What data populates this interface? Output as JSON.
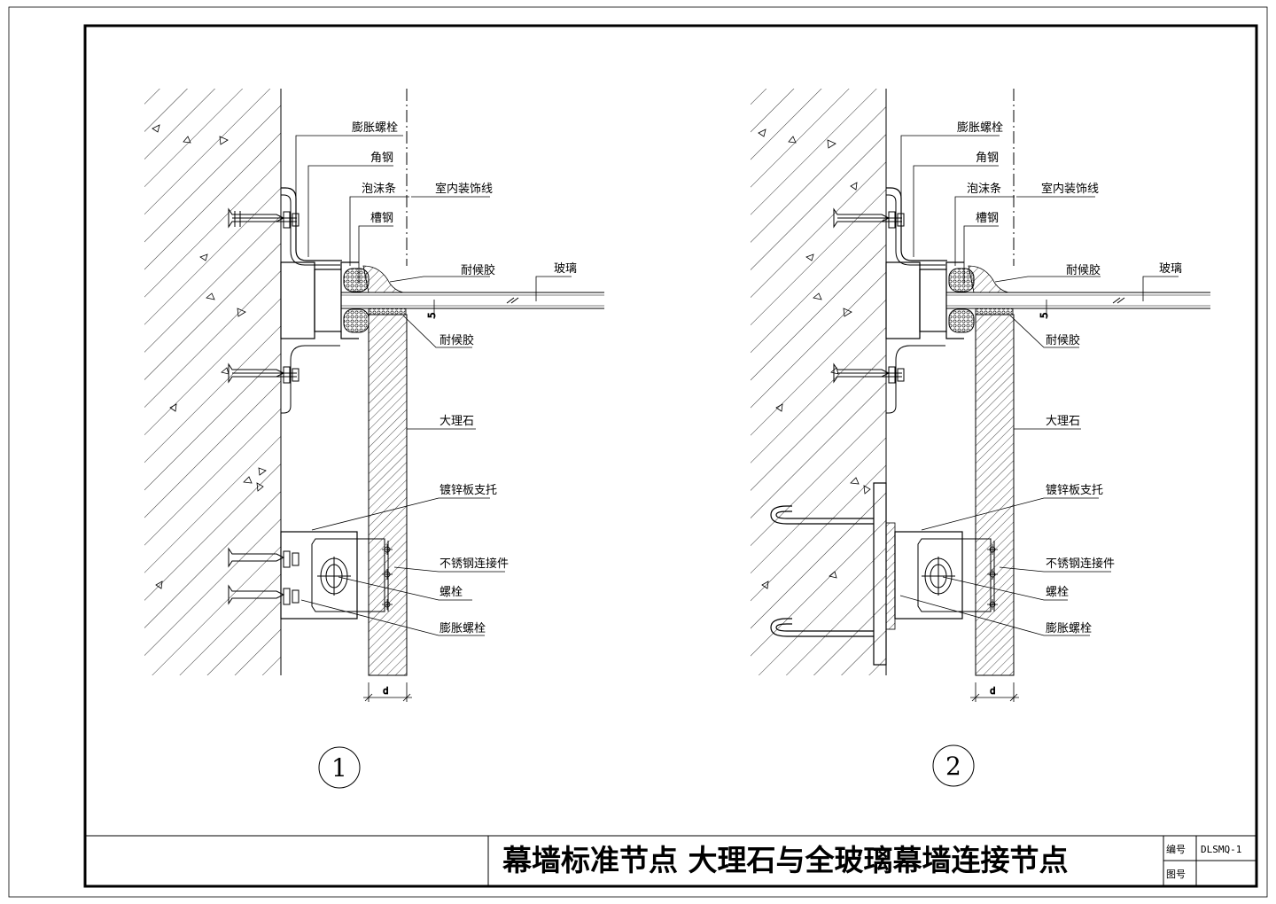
{
  "title": "幕墙标准节点 大理石与全玻璃幕墙连接节点",
  "drawing_code": "DLSMQ-1",
  "title_block": {
    "code_label": "编号",
    "sheet_label": "图号"
  },
  "details": [
    {
      "number": "1",
      "labels": {
        "expansion_bolt_top": "膨胀螺栓",
        "angle_steel": "角钢",
        "foam_strip": "泡沫条",
        "interior_trim": "室内装饰线",
        "channel_steel": "槽钢",
        "weather_sealant_top": "耐候胶",
        "glass": "玻璃",
        "weather_sealant_bottom": "耐候胶",
        "marble": "大理石",
        "galvanized_bracket": "镀锌板支托",
        "stainless_connector": "不锈钢连接件",
        "bolt": "螺栓",
        "expansion_bolt_bottom": "膨胀螺栓",
        "dim_gap": "5",
        "dim_thickness": "d"
      }
    },
    {
      "number": "2",
      "labels": {
        "expansion_bolt_top": "膨胀螺栓",
        "angle_steel": "角钢",
        "foam_strip": "泡沫条",
        "interior_trim": "室内装饰线",
        "channel_steel": "槽钢",
        "weather_sealant_top": "耐候胶",
        "glass": "玻璃",
        "weather_sealant_bottom": "耐候胶",
        "marble": "大理石",
        "galvanized_bracket": "镀锌板支托",
        "stainless_connector": "不锈钢连接件",
        "bolt": "螺栓",
        "expansion_bolt_bottom": "膨胀螺栓",
        "dim_gap": "5",
        "dim_thickness": "d"
      }
    }
  ]
}
